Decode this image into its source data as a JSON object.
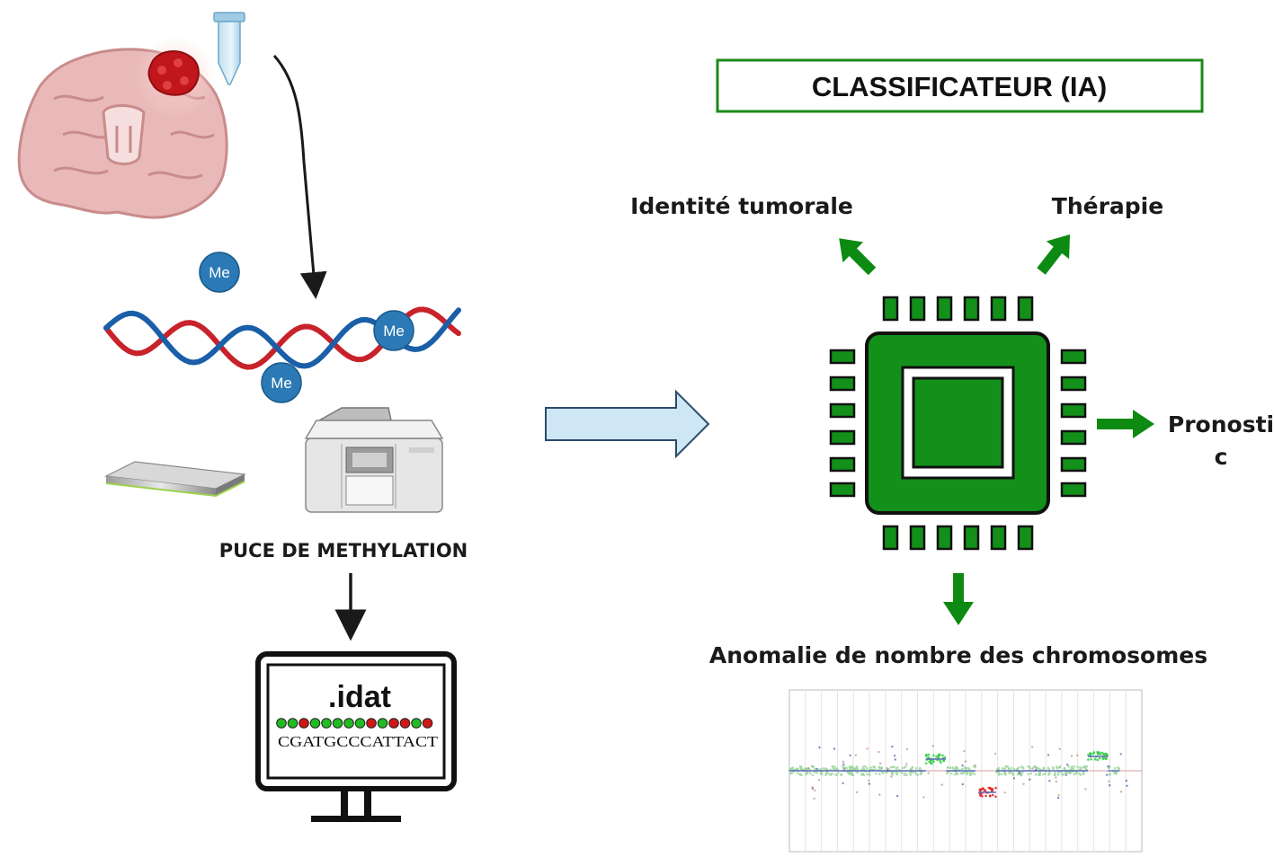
{
  "classifier": {
    "title": "CLASSIFICATEUR (IA)"
  },
  "outputs": {
    "identity": "Identité tumorale",
    "therapy": "Thérapie",
    "prognosis_line1": "Pronosti",
    "prognosis_line2": "c",
    "cnv": "Anomalie de nombre des chromosomes"
  },
  "workflow": {
    "chip_label": "PUCE DE METHYLATION",
    "me_label": "Me",
    "file_ext": ".idat",
    "sequence": "CGATGCCCATTACT"
  },
  "colors": {
    "green": "#0c8a12",
    "chip_green": "#13901a",
    "dna_red": "#c8222a",
    "dna_blue": "#1a5fa8",
    "me_blue": "#2b7ab5",
    "arrow_fill": "#cfe6f5",
    "arrow_stroke": "#2a4a6a",
    "brain": "#e8b8b8",
    "tumor": "#c0161c"
  },
  "icons": {
    "brain": "brain-icon",
    "tube": "sample-tube-icon",
    "slide": "methylation-chip-slide-icon",
    "scanner": "array-scanner-icon",
    "monitor": "monitor-icon",
    "processor": "ai-processor-icon"
  }
}
